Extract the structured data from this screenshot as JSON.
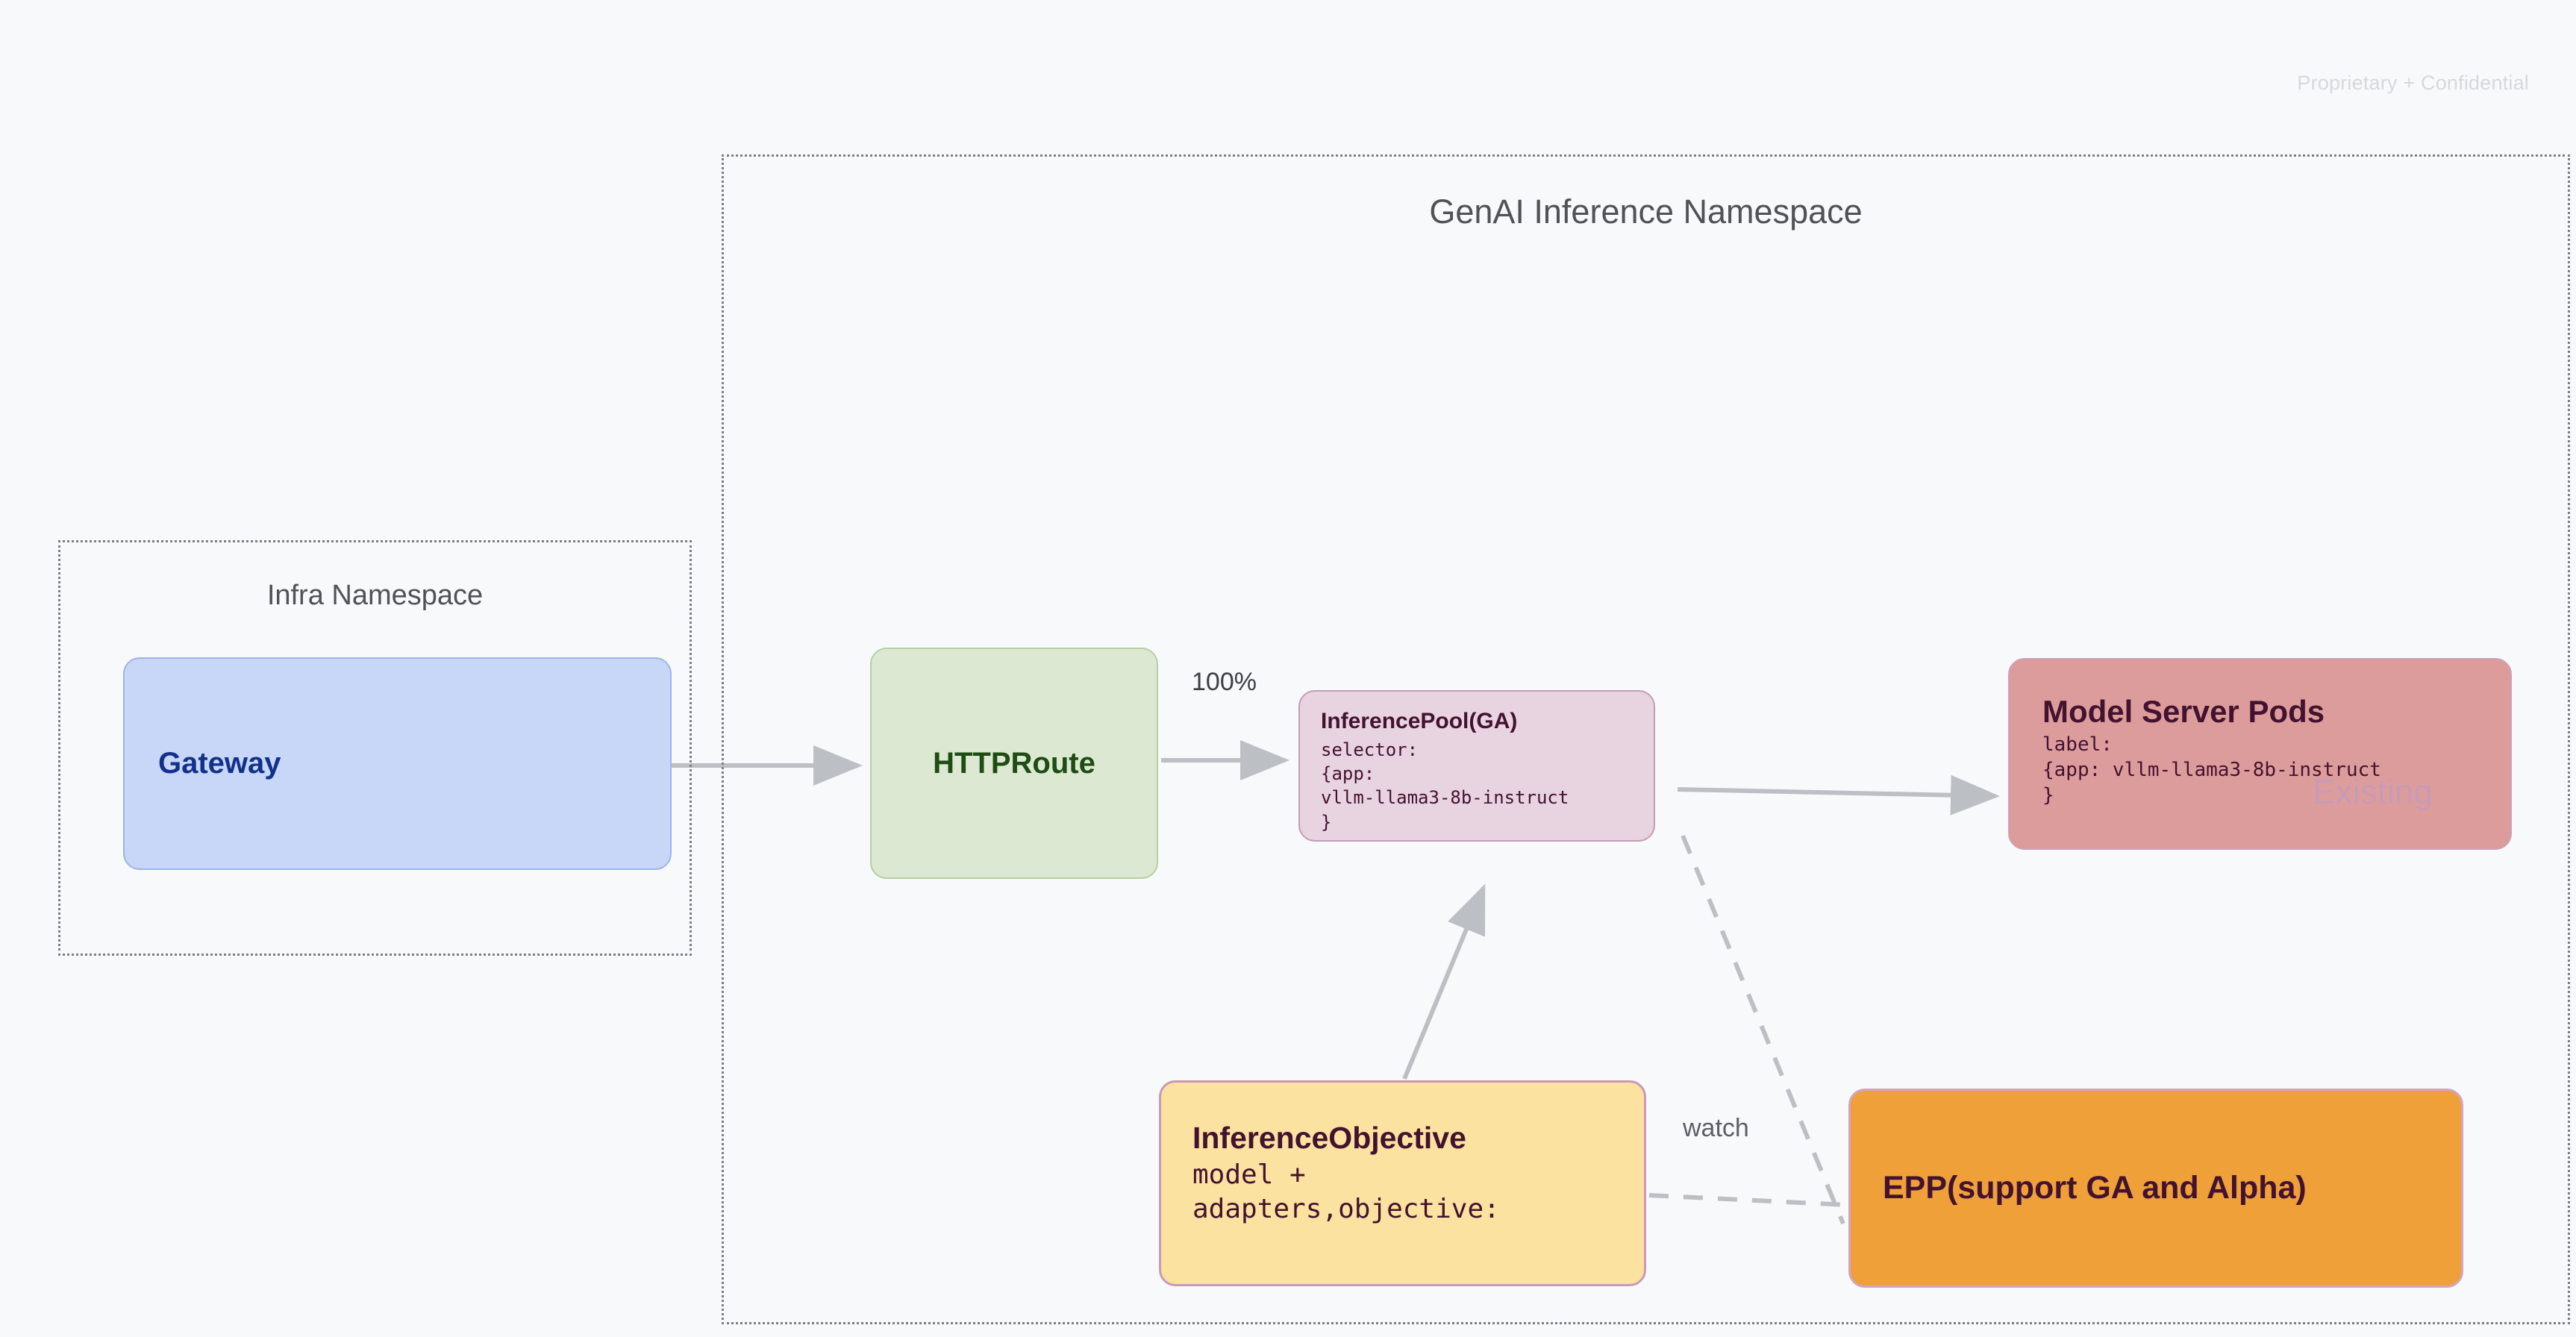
{
  "page": {
    "confidential_notice": "Proprietary + Confidential",
    "background_color": "#f8f9fb"
  },
  "namespaces": [
    {
      "id": "genai",
      "title": "GenAI Inference Namespace"
    },
    {
      "id": "infra",
      "title": "Infra Namespace"
    }
  ],
  "nodes": {
    "gateway": {
      "title": "Gateway",
      "fill": "#c8d7f7",
      "text_color": "#12318c"
    },
    "httproute": {
      "title": "HTTPRoute",
      "fill": "#dde8d3",
      "text_color": "#1d4d12"
    },
    "inference_pool": {
      "title": "InferencePool(GA)",
      "body": "selector:\n{app:\nvllm-llama3-8b-instruct\n}",
      "fill": "#e8d3e1",
      "text_color": "#43122f"
    },
    "model_server_pods": {
      "title": "Model Server Pods",
      "body": "label:\n{app: vllm-llama3-8b-instruct\n}",
      "stamp": "Existing",
      "fill": "#dd9c9c",
      "text_color": "#43122f",
      "stamp_color": "#c79bb6"
    },
    "inference_objective": {
      "title": "InferenceObjective",
      "body": "model +\nadapters,objective:",
      "fill": "#fbe2a0",
      "text_color": "#43122f"
    },
    "epp": {
      "title": "EPP(support GA and Alpha)",
      "fill": "#efa038",
      "text_color": "#43122f"
    }
  },
  "edges": {
    "gateway_to_httproute": {
      "label": ""
    },
    "httproute_to_pool": {
      "label": "100%"
    },
    "pool_to_modelserver": {
      "label": ""
    },
    "objective_to_pool": {
      "label": ""
    },
    "epp_watch_pool": {
      "label": "watch",
      "style": "dashed"
    },
    "epp_watch_objective": {
      "label": "",
      "style": "dashed"
    }
  }
}
